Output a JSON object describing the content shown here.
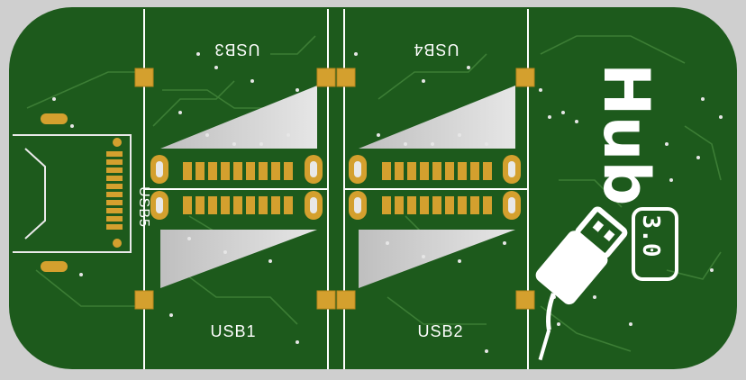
{
  "board": {
    "labels": {
      "usb1": "USB1",
      "usb2": "USB2",
      "usb3": "USB3",
      "usb4": "USB4",
      "usb5": "USB5"
    },
    "logo": {
      "title": "Hub",
      "version": "3.0",
      "icon": "usb-stick-icon"
    }
  },
  "colors": {
    "background": "#cfcfcf",
    "board": "#1d5a1c",
    "trace": "#3c7d35",
    "silkscreen": "#ffffff",
    "copper_pad": "#d4a02e",
    "slot": "#d9d9d9"
  }
}
